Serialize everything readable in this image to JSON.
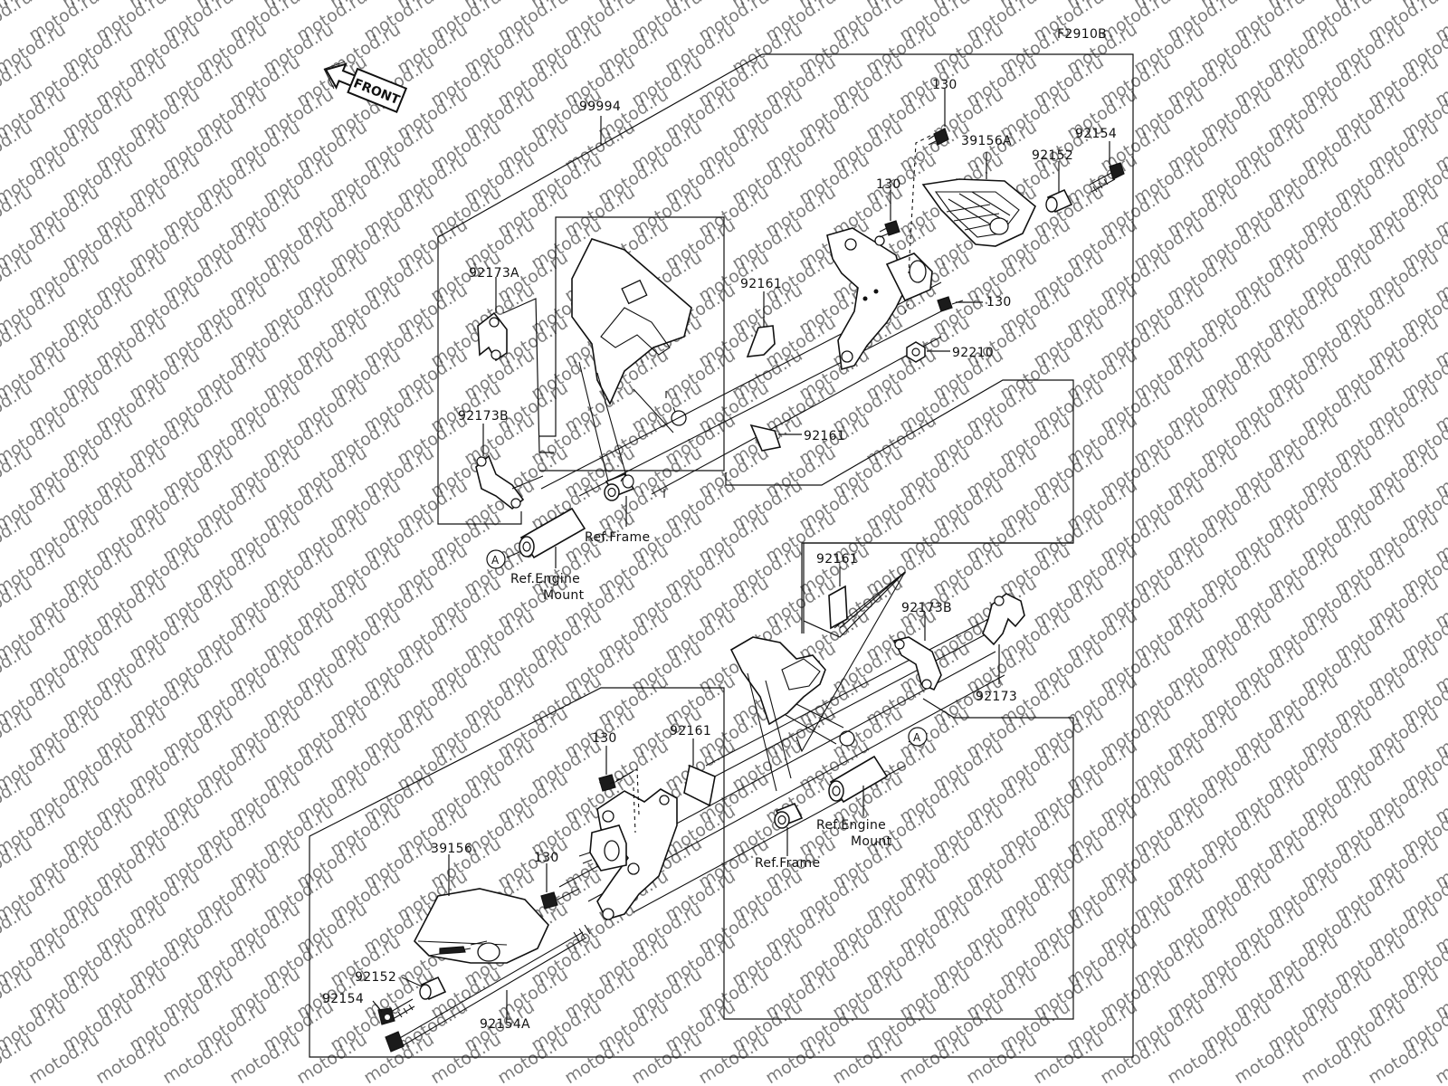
{
  "figure_code": "F2910B",
  "front_arrow_label": "FRONT",
  "watermark_text": "motod.ru",
  "colors": {
    "line": "#111111",
    "background": "#ffffff",
    "watermark": "#c9c9c9"
  },
  "labels": {
    "kit": "99994",
    "top": {
      "bolt_130_a": "130",
      "bolt_130_b": "130",
      "bolt_130_c": "130",
      "slider_39156A": "39156A",
      "collar_92152": "92152",
      "bolt_92154": "92154",
      "clamp_92173A": "92173A",
      "clamp_92173B": "92173B",
      "sticker_92161_a": "92161",
      "sticker_92161_b": "92161",
      "nut_92210": "92210",
      "ref_frame": "Ref.Frame",
      "ref_engine_line1": "Ref.Engine",
      "ref_engine_line2": "Mount",
      "marker_a": "A"
    },
    "bottom": {
      "sticker_92161_a": "92161",
      "sticker_92161_b": "92161",
      "clamp_92173B": "92173B",
      "clamp_92173": "92173",
      "marker_a": "A",
      "bolt_130_a": "130",
      "bolt_130_b": "130",
      "slider_39156": "39156",
      "collar_92152": "92152",
      "bolt_92154": "92154",
      "rod_92154A": "92154A",
      "ref_frame": "Ref.Frame",
      "ref_engine_line1": "Ref.Engine",
      "ref_engine_line2": "Mount"
    }
  }
}
